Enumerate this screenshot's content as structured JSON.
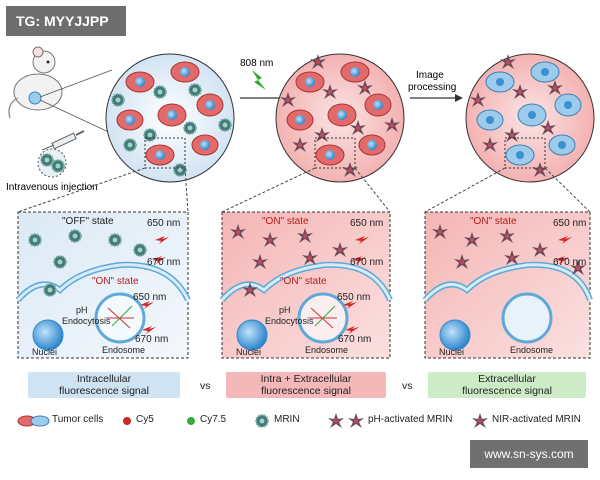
{
  "watermark_top": "TG: MYYJJPP",
  "watermark_bottom": "www.sn-sys.com",
  "top": {
    "laser_label": "808 nm",
    "processing_label_1": "Image",
    "processing_label_2": "processing",
    "injection_label": "Intravenous injection"
  },
  "panels": [
    {
      "state_off": "\"OFF\" state",
      "state_on": "\"ON\" state",
      "wl_650_top": "650 nm",
      "wl_670_top": "670 nm",
      "wl_650_inner": "650 nm",
      "wl_670_inner": "670 nm",
      "nuclei": "Nuclei",
      "endosome": "Endosome",
      "ph": "pH",
      "endocytosis": "Endocytosis"
    },
    {
      "state_on": "\"ON\" state",
      "wl_650_top": "650 nm",
      "wl_670_top": "670 nm",
      "wl_650_inner": "650 nm",
      "wl_670_inner": "670 nm",
      "nuclei": "Nuclei",
      "endosome": "Endosome",
      "ph": "pH",
      "endocytosis": "Endocytosis"
    },
    {
      "state_on": "\"ON\" state",
      "wl_650_top": "650 nm",
      "wl_670_top": "670 nm",
      "nuclei": "Nuclei",
      "endosome": "Endosome"
    }
  ],
  "signals": [
    {
      "line1": "Intracellular",
      "line2": "fluorescence signal",
      "color": "#cfe3f3"
    },
    {
      "line1": "Intra + Extracellular",
      "line2": "fluorescence signal",
      "color": "#f4b8b8"
    },
    {
      "line1": "Extracellular",
      "line2": "fluorescence signal",
      "color": "#cdebc6"
    }
  ],
  "vs": [
    "vs",
    "vs"
  ],
  "legend": {
    "tumor_cells": "Tumor cells",
    "cy5": "Cy5",
    "cy75": "Cy7.5",
    "mrin": "MRIN",
    "ph_mrin": "pH-activated MRIN",
    "nir_mrin": "NIR-activated MRIN"
  },
  "colors": {
    "tumor_red": "#e36a6a",
    "cell_blue": "#9ccbec",
    "nucleus_blue": "#3c8fd0",
    "mrin_teal": "#3f7a78",
    "nir_dark": "#6b4b5a",
    "red_bolt": "#d62828",
    "laser_green": "#2ea82e"
  }
}
